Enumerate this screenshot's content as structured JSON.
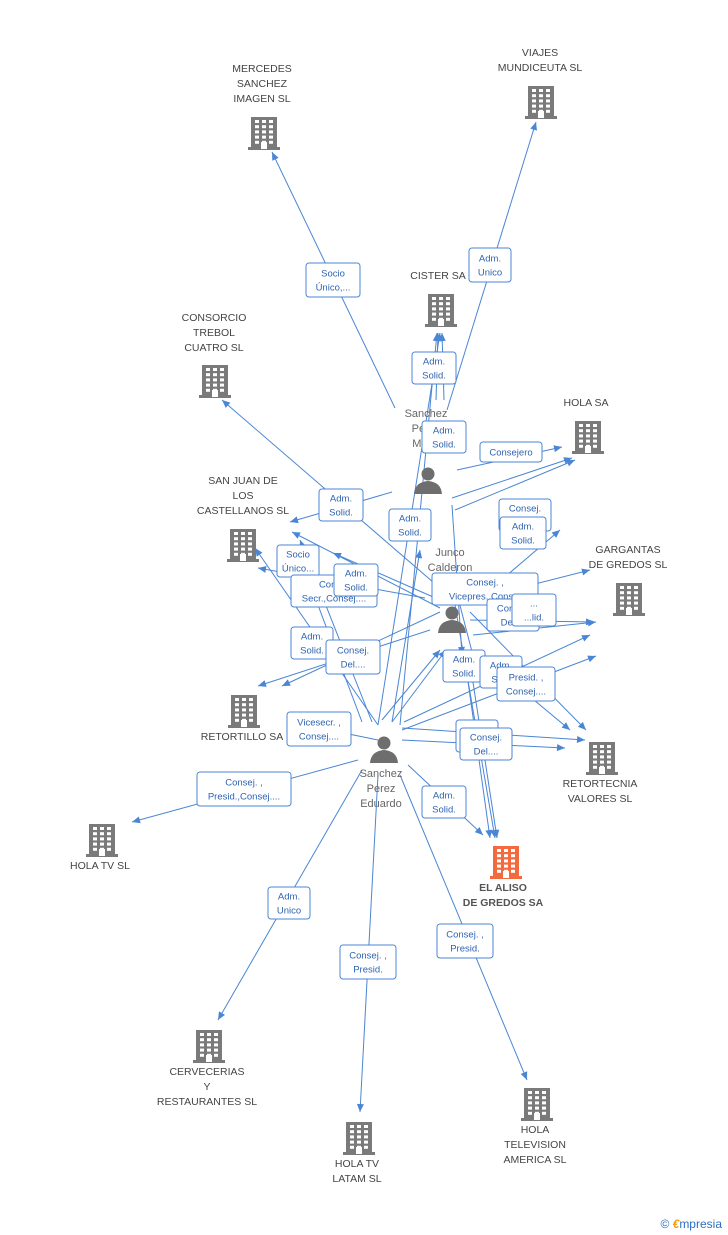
{
  "companies": [
    {
      "id": "mercedes",
      "name": [
        "MERCEDES",
        "SANCHEZ",
        "IMAGEN SL"
      ]
    },
    {
      "id": "viajes",
      "name": [
        "VIAJES",
        "MUNDICEUTA  SL"
      ]
    },
    {
      "id": "cister",
      "name": [
        "CISTER SA"
      ]
    },
    {
      "id": "consorcio",
      "name": [
        "CONSORCIO",
        "TREBOL",
        "CUATRO SL"
      ]
    },
    {
      "id": "holasa",
      "name": [
        "HOLA SA"
      ]
    },
    {
      "id": "sanjuan",
      "name": [
        "SAN JUAN DE",
        "LOS",
        "CASTELLANOS SL"
      ]
    },
    {
      "id": "gargantas",
      "name": [
        "GARGANTAS",
        "DE GREDOS SL"
      ]
    },
    {
      "id": "retortillo",
      "name": [
        "RETORTILLO SA"
      ]
    },
    {
      "id": "retortecnia",
      "name": [
        "RETORTECNIA",
        "VALORES SL"
      ]
    },
    {
      "id": "holatv",
      "name": [
        "HOLA TV SL"
      ]
    },
    {
      "id": "elaliso",
      "name": [
        "EL ALISO",
        "DE GREDOS SA"
      ],
      "focus": true
    },
    {
      "id": "cervecerias",
      "name": [
        "CERVECERIAS",
        "Y",
        "RESTAURANTES SL"
      ]
    },
    {
      "id": "holatvlatam",
      "name": [
        "HOLA TV",
        "LATAM SL"
      ]
    },
    {
      "id": "holatelevision",
      "name": [
        "HOLA",
        "TELEVISION",
        "AMERICA SL"
      ]
    }
  ],
  "persons": [
    {
      "id": "sanchezmer",
      "name": [
        "Sanchez",
        "Perez",
        "Mer..."
      ]
    },
    {
      "id": "junco",
      "name": [
        "Junco",
        "Calderon",
        "M..."
      ]
    },
    {
      "id": "eduardo",
      "name": [
        "Sanchez",
        "Perez",
        "Eduardo"
      ]
    }
  ],
  "labels": [
    [
      "Socio",
      "Único,..."
    ],
    [
      "Adm.",
      "Unico"
    ],
    [
      "Adm.",
      "Solid."
    ],
    [
      "Adm.",
      "Solid."
    ],
    [
      "Consejero"
    ],
    [
      "Adm.",
      "Solid."
    ],
    [
      "Consej.",
      "..."
    ],
    [
      "Adm.",
      "Solid."
    ],
    [
      "Adm.",
      "Solid."
    ],
    [
      "Socio",
      "Único..."
    ],
    [
      "Cons...",
      "Secr.,Consej...."
    ],
    [
      "Adm.",
      "Solid."
    ],
    [
      "Consej. ,",
      "Vicepres.,Cons..."
    ],
    [
      "Consej.",
      "Del...."
    ],
    [
      "...",
      "...lid."
    ],
    [
      "Adm.",
      "Solid."
    ],
    [
      "Consej.",
      "Del...."
    ],
    [
      "Adm.",
      "Solid."
    ],
    [
      "Adm.",
      "So..."
    ],
    [
      "Presid. ,",
      "Consej...."
    ],
    [
      "Vicesecr. ,",
      "Consej...."
    ],
    [
      "...",
      "..."
    ],
    [
      "Consej.",
      "Del...."
    ],
    [
      "Consej. ,",
      "Presid.,Consej...."
    ],
    [
      "Adm.",
      "Solid."
    ],
    [
      "Adm.",
      "Unico"
    ],
    [
      "Consej. ,",
      "Presid."
    ],
    [
      "Consej. ,",
      "Presid."
    ]
  ],
  "brand": {
    "copyright": "©",
    "e": "€",
    "rest": "mpresia"
  },
  "colors": {
    "edge": "#4a86d4",
    "building": "#7a7a7a",
    "focus_building": "#f26a3d",
    "person": "#6e6e6e"
  }
}
